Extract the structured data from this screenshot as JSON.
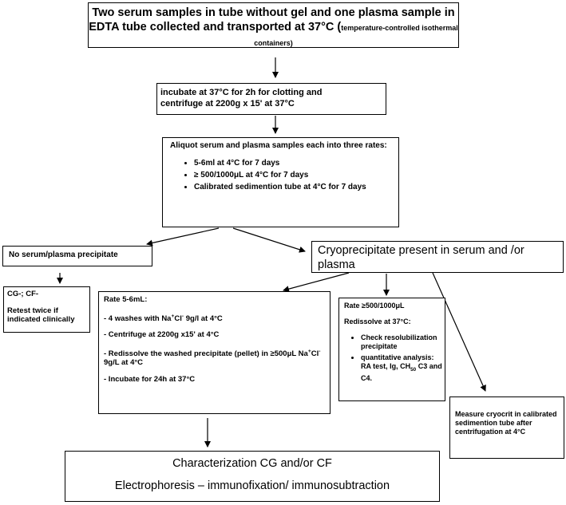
{
  "nodes": {
    "collection": {
      "main": "Two serum samples in tube without gel and one plasma sample in EDTA tube collected and transported at 37°C (",
      "note": "temperature-controlled isothermal containers)"
    },
    "incubate": {
      "line1": "incubate  at  37°C for 2h for clotting and",
      "line2": "centrifuge at 2200g x 15' at 37°C"
    },
    "aliquot": {
      "intro": "Aliquot serum  and  plasma samples each into three rates:",
      "items": [
        "5-6ml at 4°C for 7 days",
        "≥ 500/1000μL at 4°C for 7 days",
        "Calibrated sedimention tube  at 4°C for 7 days"
      ]
    },
    "no_precipitate": "No serum/plasma precipitate",
    "cryo_present": "Cryoprecipitate present in serum and /or plasma",
    "negative": {
      "result": "CG-; CF-",
      "retest": "Retest twice if indicated clinically"
    },
    "rate_5_6": {
      "title": "Rate  5-6mL:",
      "wash_a": "- 4 washes with  Na",
      "wash_b": "Cl",
      "wash_c": " 9g/l at 4°C",
      "centrifuge": "- Centrifuge at 2200g x15' at 4°C",
      "redissolve_a": "- Redissolve the washed precipitate (pellet) in ≥500μL Na",
      "redissolve_b": "Cl",
      "redissolve_c": " 9g/L at 4°C",
      "incubate": "- Incubate for 24h at 37°C",
      "sup_plus": "+",
      "sup_minus": "-"
    },
    "rate_500": {
      "title": "Rate ≥500/1000μL",
      "redissolve": "Redissolve at 37°C:",
      "item1": "Check resolubilization precipitate",
      "item2_a": "quantitative analysis: RA test, Ig, CH",
      "item2_sub": "50",
      "item2_b": " C3 and C4."
    },
    "cryocrit": "Measure cryocrit in calibrated sedimention tube after centrifugation at 4°C",
    "characterization": {
      "line1": "Characterization CG and/or CF",
      "line2": "Electrophoresis – immunofixation/ immunosubtraction"
    }
  }
}
